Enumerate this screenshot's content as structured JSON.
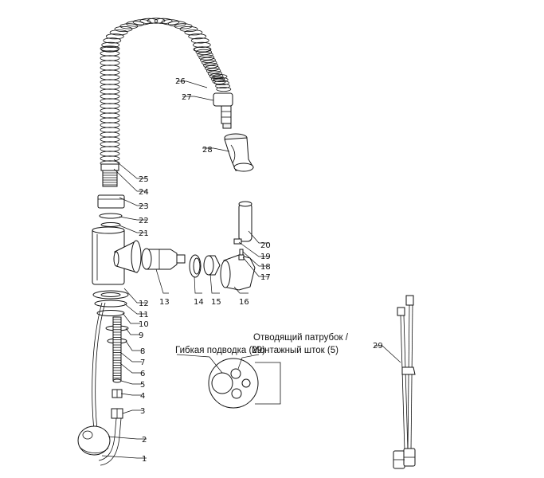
{
  "callouts": {
    "c1": "1",
    "c2": "2",
    "c3": "3",
    "c4": "4",
    "c5": "5",
    "c6": "6",
    "c7": "7",
    "c8": "8",
    "c9": "9",
    "c10": "10",
    "c11": "11",
    "c12": "12",
    "c13": "13",
    "c14": "14",
    "c15": "15",
    "c16": "16",
    "c17": "17",
    "c18": "18",
    "c19": "19",
    "c20": "20",
    "c21": "21",
    "c22": "22",
    "c23": "23",
    "c24": "24",
    "c25": "25",
    "c26": "26",
    "c27": "27",
    "c28": "28",
    "c29": "29"
  },
  "captions": {
    "flexible_hose": "Гибкая подводка (29)",
    "outlet_line1": "Отводящий патрубок /",
    "outlet_line2": "Монтажный шток (5)"
  }
}
